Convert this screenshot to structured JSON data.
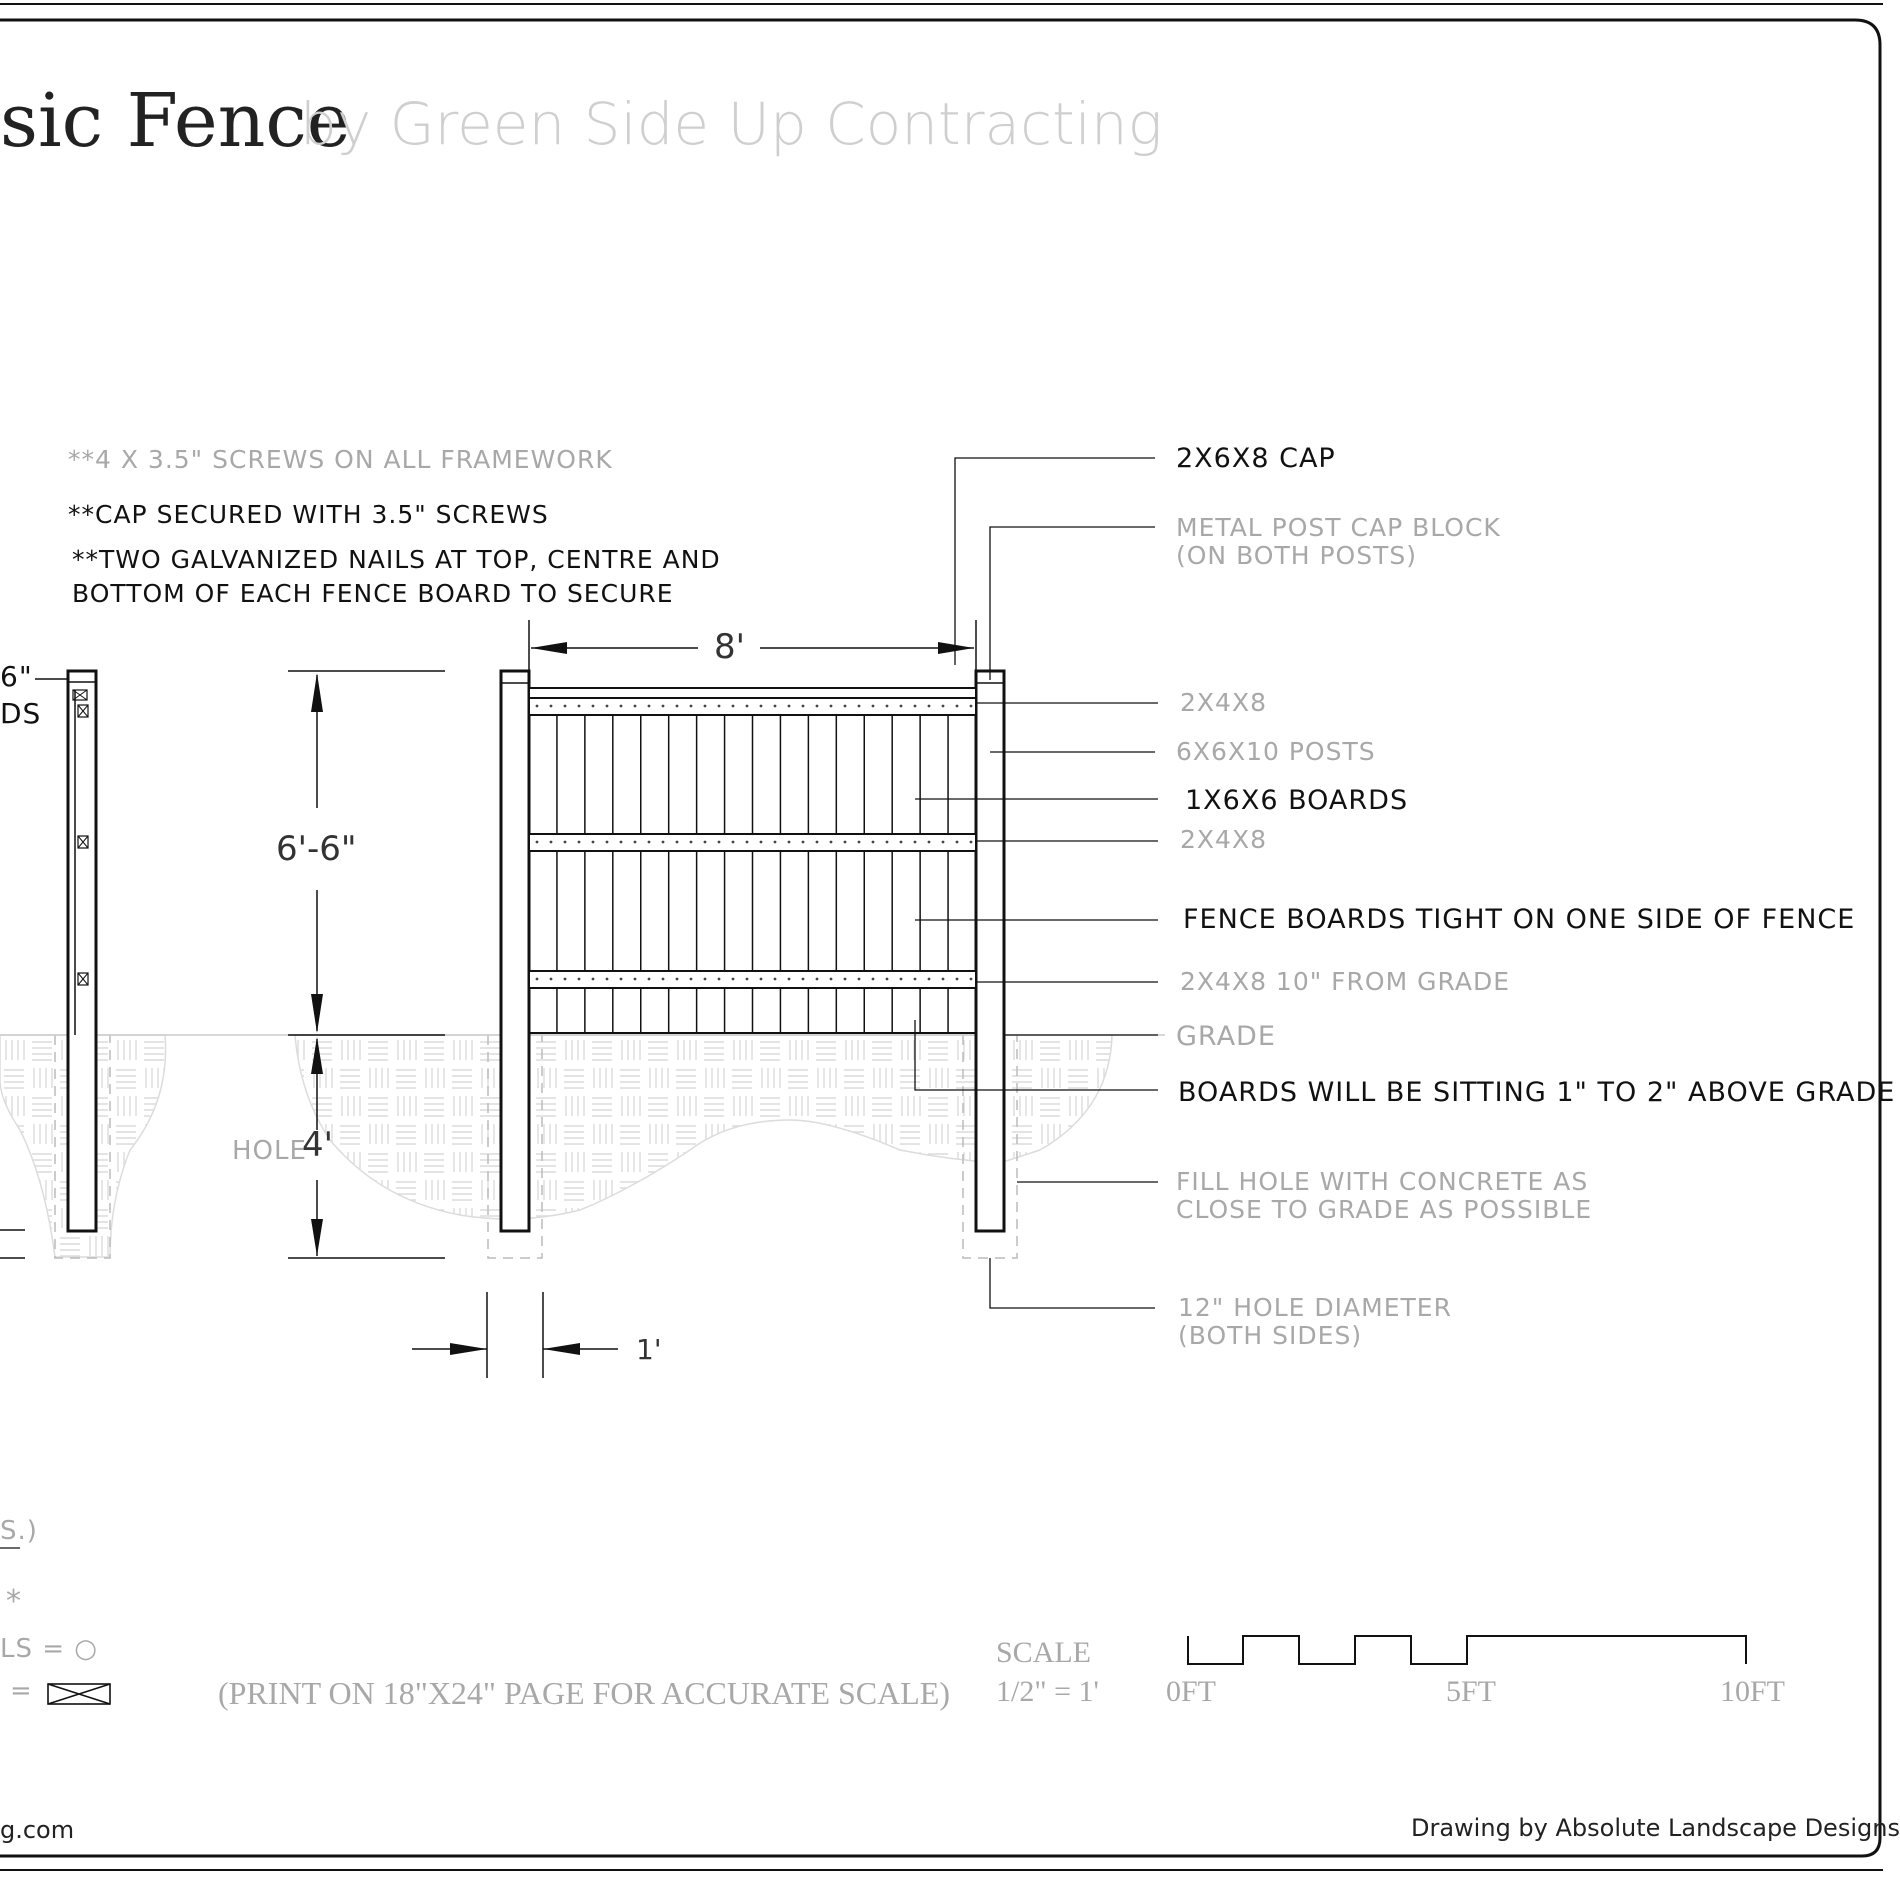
{
  "title": {
    "main": "sic Fence",
    "sub": "by Green Side Up Contracting"
  },
  "notes": {
    "screws": "**4 X 3.5\" SCREWS ON ALL FRAMEWORK",
    "cap": "**CAP SECURED WITH 3.5\" SCREWS",
    "nails_1": "**TWO GALVANIZED NAILS AT TOP, CENTRE AND",
    "nails_2": "BOTTOM OF EACH FENCE BOARD TO SECURE"
  },
  "side_view": {
    "label_1": "6\"",
    "label_2": "DS"
  },
  "dimensions": {
    "width": "8'",
    "height": "6'-6\"",
    "hole_label": "HOLE",
    "hole_depth": "4'",
    "post_spacing": "1'"
  },
  "callouts": {
    "cap": "2x6x8 CAP",
    "post_cap_1": "METAL POST CAP BLOCK",
    "post_cap_2": "(ON BOTH POSTS)",
    "top_rail": "2X4X8",
    "posts": "6X6X10 POSTS",
    "boards": "1X6X6 BOARDS",
    "mid_rail": "2X4X8",
    "tight": "FENCE BOARDS TIGHT ON ONE SIDE OF FENCE",
    "bottom_rail": "2X4X8  10\" FROM GRADE",
    "grade": "GRADE",
    "above_grade": "BOARDS WILL BE SITTING 1\" TO 2\" ABOVE GRADE",
    "concrete_1": "FILL HOLE WITH CONCRETE AS",
    "concrete_2": "CLOSE TO GRADE AS POSSIBLE",
    "hole_dia_1": "12\" HOLE DIAMETER",
    "hole_dia_2": "(BOTH SIDES)"
  },
  "legend": {
    "item_1": "S.)",
    "item_2": "*",
    "item_3": "LS = ○",
    "item_4": "="
  },
  "print_note": "(PRINT ON 18\"X24\" PAGE FOR ACCURATE SCALE)",
  "scale": {
    "label": "SCALE",
    "ratio": "1/2\" = 1'",
    "tick_0": "0FT",
    "tick_5": "5FT",
    "tick_10": "10FT"
  },
  "footer": {
    "website": "g.com",
    "credit": "Drawing by Absolute Landscape Designs"
  },
  "colors": {
    "ink": "#111111",
    "light_text": "#a8a8a8",
    "hatch": "#d9d9d9"
  }
}
